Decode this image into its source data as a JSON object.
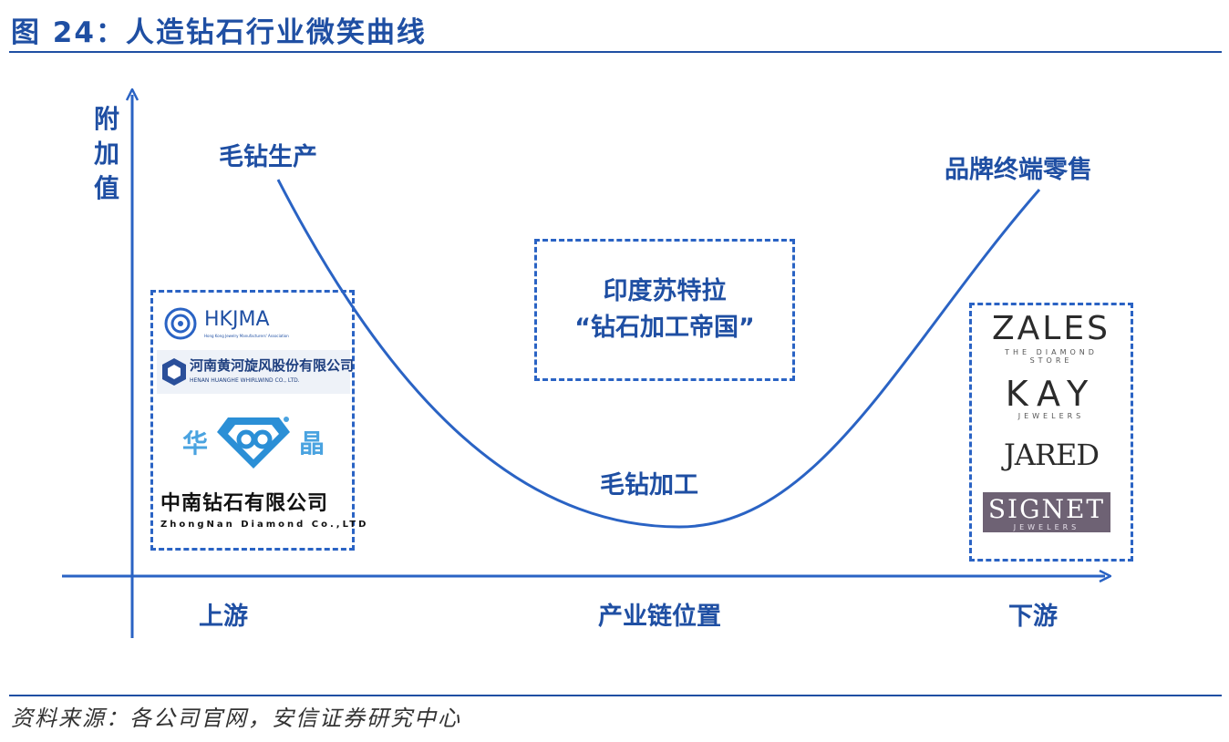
{
  "title": "图 24：人造钻石行业微笑曲线",
  "y_axis_label": "附加值",
  "x_axis_label": "产业链位置",
  "stages": {
    "upstream": "上游",
    "downstream": "下游",
    "rough_production": "毛钻生产",
    "rough_processing": "毛钻加工",
    "brand_retail": "品牌终端零售"
  },
  "india_box": {
    "line1": "印度苏特拉",
    "line2": "“钻石加工帝国”"
  },
  "upstream_logos": {
    "hkjma": "HKJMA",
    "hkjma_sub": "Hong Kong Jewelry Manufacturers' Association",
    "huanghe": "河南黄河旋风股份有限公司",
    "huanghe_sub": "HENAN HUANGHE WHIRLWIND CO., LTD.",
    "huajing_left": "华",
    "huajing_right": "晶",
    "zhongnan": "中南钻石有限公司",
    "zhongnan_sub": "ZhongNan Diamond Co.,LTD"
  },
  "downstream_logos": {
    "zales": "ZALES",
    "zales_sub": "THE DIAMOND STORE",
    "kay": "KAY",
    "kay_sub": "JEWELERS",
    "jared": "JARED",
    "signet": "SIGNET",
    "signet_sub": "JEWELERS"
  },
  "source": "资料来源：各公司官网，安信证券研究中心",
  "colors": {
    "primary": "#1f4fa3",
    "curve": "#2a63c4",
    "signet_bg": "#6e6274"
  }
}
